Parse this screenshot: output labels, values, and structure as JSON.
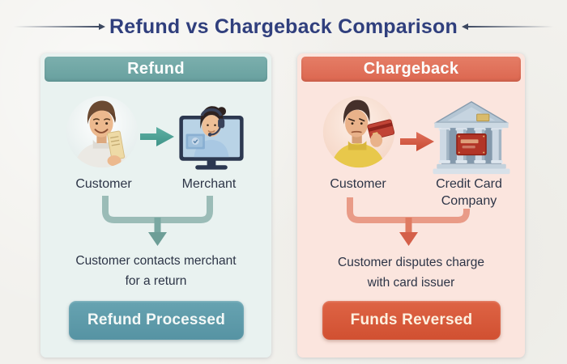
{
  "title": "Refund vs Chargeback Comparison",
  "refund_panel": {
    "header": "Refund",
    "left_actor": "Customer",
    "right_actor": "Merchant",
    "description": [
      "Customer contacts merchant",
      "for a return"
    ],
    "outcome": "Refund Processed"
  },
  "chargeback_panel": {
    "header": "Chargeback",
    "left_actor": "Customer",
    "right_actor": [
      "Credit Card",
      "Company"
    ],
    "description": [
      "Customer disputes charge",
      "with card issuer"
    ],
    "outcome": "Funds Reversed"
  },
  "colors": {
    "title_text": "#303f7d",
    "body_text": "#2d3547",
    "page_background": "#f2f1ed",
    "refund_header": "#6fa8a7",
    "refund_panel_background": "#e9f2f0",
    "refund_banner": "#5f9dab",
    "refund_arrow": "#47a094",
    "chargeback_header": "#e0715a",
    "chargeback_panel_background": "#fbe5de",
    "chargeback_banner": "#d95a3a",
    "chargeback_arrow": "#cf4f38"
  },
  "icons": {
    "title_left": "line-arrow-right-icon",
    "title_right": "line-arrow-left-icon",
    "refund_customer": "customer-avatar-icon",
    "refund_merchant": "merchant-monitor-icon",
    "refund_flow": "arrow-right-icon",
    "refund_merge": "merge-arrow-down-icon",
    "chargeback_customer": "customer-card-avatar-icon",
    "chargeback_bank": "bank-icon",
    "chargeback_flow": "arrow-right-icon",
    "chargeback_merge": "merge-arrow-down-icon"
  }
}
